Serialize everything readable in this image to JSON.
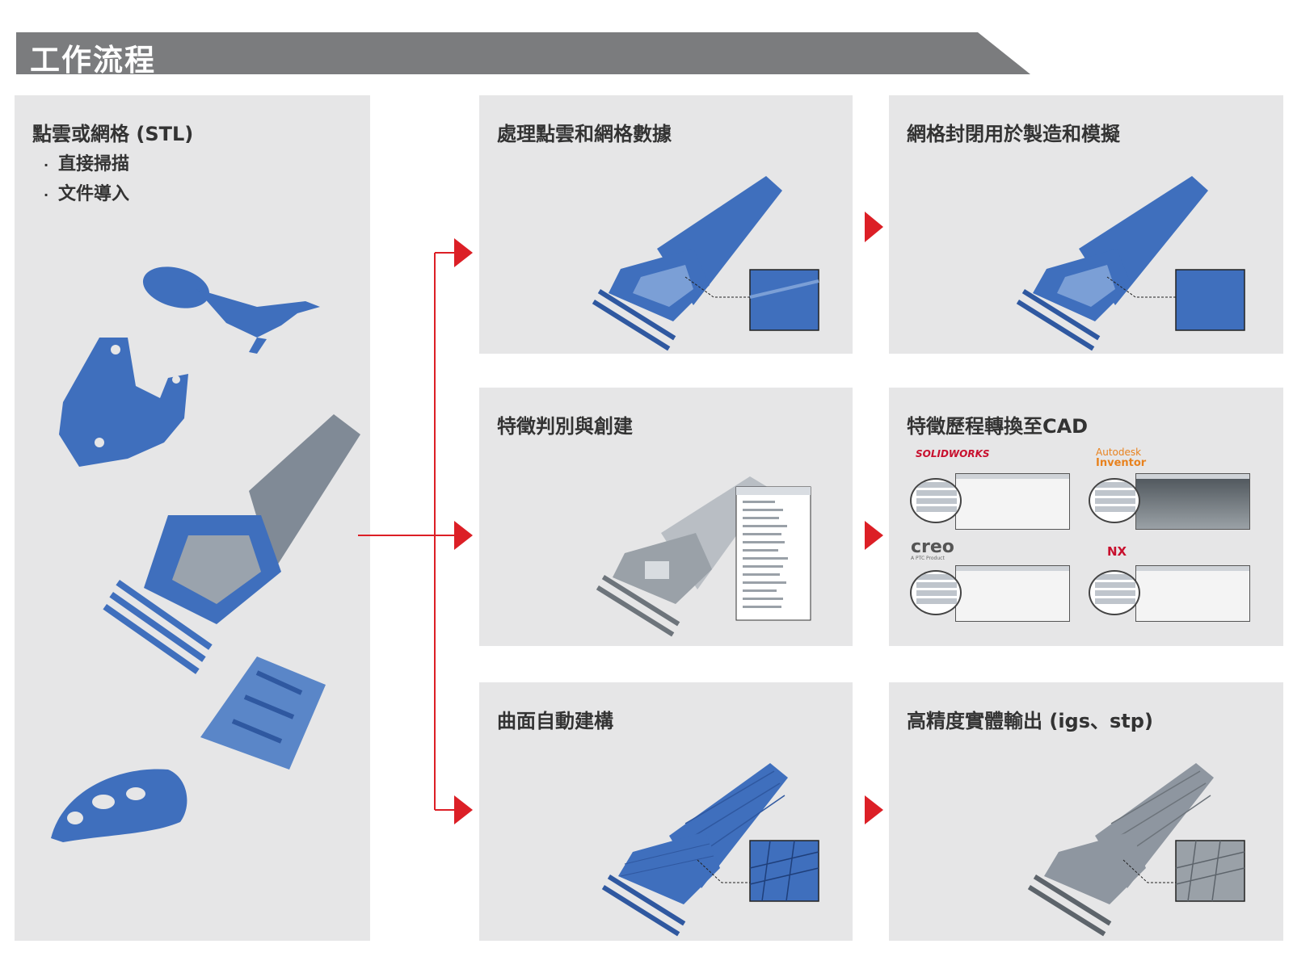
{
  "header": {
    "title": "工作流程"
  },
  "input_panel": {
    "title": "點雲或網格 (STL)",
    "items": [
      {
        "label": "直接掃描"
      },
      {
        "label": "文件導入"
      }
    ]
  },
  "steps": [
    {
      "title": "處理點雲和網格數據"
    },
    {
      "title": "網格封閉用於製造和模擬"
    },
    {
      "title": "特徵判別與創建"
    },
    {
      "title": "特徵歷程轉換至CAD"
    },
    {
      "title": "曲面自動建構"
    },
    {
      "title": "高精度實體輸出 (igs、stp)"
    }
  ],
  "cad_logos": {
    "solidworks": "SOLIDWORKS",
    "autodesk": "Autodesk",
    "inventor": "Inventor",
    "creo": "creo",
    "creo_sub": "A PTC Product",
    "nx": "NX"
  },
  "colors": {
    "banner": "#7b7c7e",
    "panel": "#e6e6e7",
    "arrow": "#dc1f26",
    "model_blue": "#3f6fbd",
    "model_gray": "#9aa3ad"
  }
}
